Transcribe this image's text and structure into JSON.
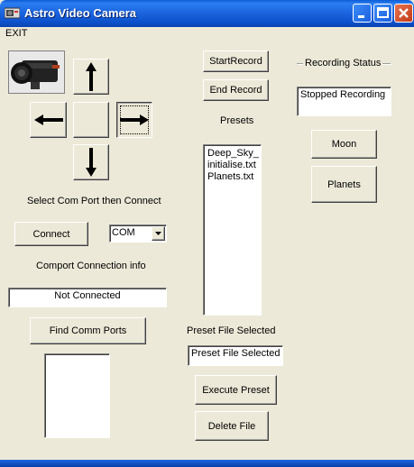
{
  "window": {
    "title": "Astro Video Camera"
  },
  "menu": {
    "exit": "EXIT"
  },
  "controls": {
    "start_record": "StartRecord",
    "end_record": "End Record",
    "presets_label": "Presets",
    "recording_status_label": "Recording Status",
    "recording_status_value": "Stopped Recording",
    "moon": "Moon",
    "planets": "Planets",
    "com_instruction": "Select Com Port then Connect",
    "connect": "Connect",
    "com_select_value": "COM",
    "conn_info_label": "Comport Connection info",
    "conn_status_value": "Not Connected",
    "find_ports": "Find Comm Ports",
    "preset_file_label": "Preset File Selected",
    "preset_file_value": "Preset File Selected",
    "execute_preset": "Execute Preset",
    "delete_file": "Delete File"
  },
  "presets_list": [
    "Deep_Sky_",
    "initialise.txt",
    "Planets.txt"
  ],
  "icons": {
    "app": "camera-icon",
    "up": "arrow-up-icon",
    "left": "arrow-left-icon",
    "right": "arrow-right-icon",
    "down": "arrow-down-icon",
    "combo": "chevron-down-icon"
  },
  "colors": {
    "titlebar": "#0a5bd6",
    "face": "#ece9d8",
    "close": "#c23b17"
  }
}
